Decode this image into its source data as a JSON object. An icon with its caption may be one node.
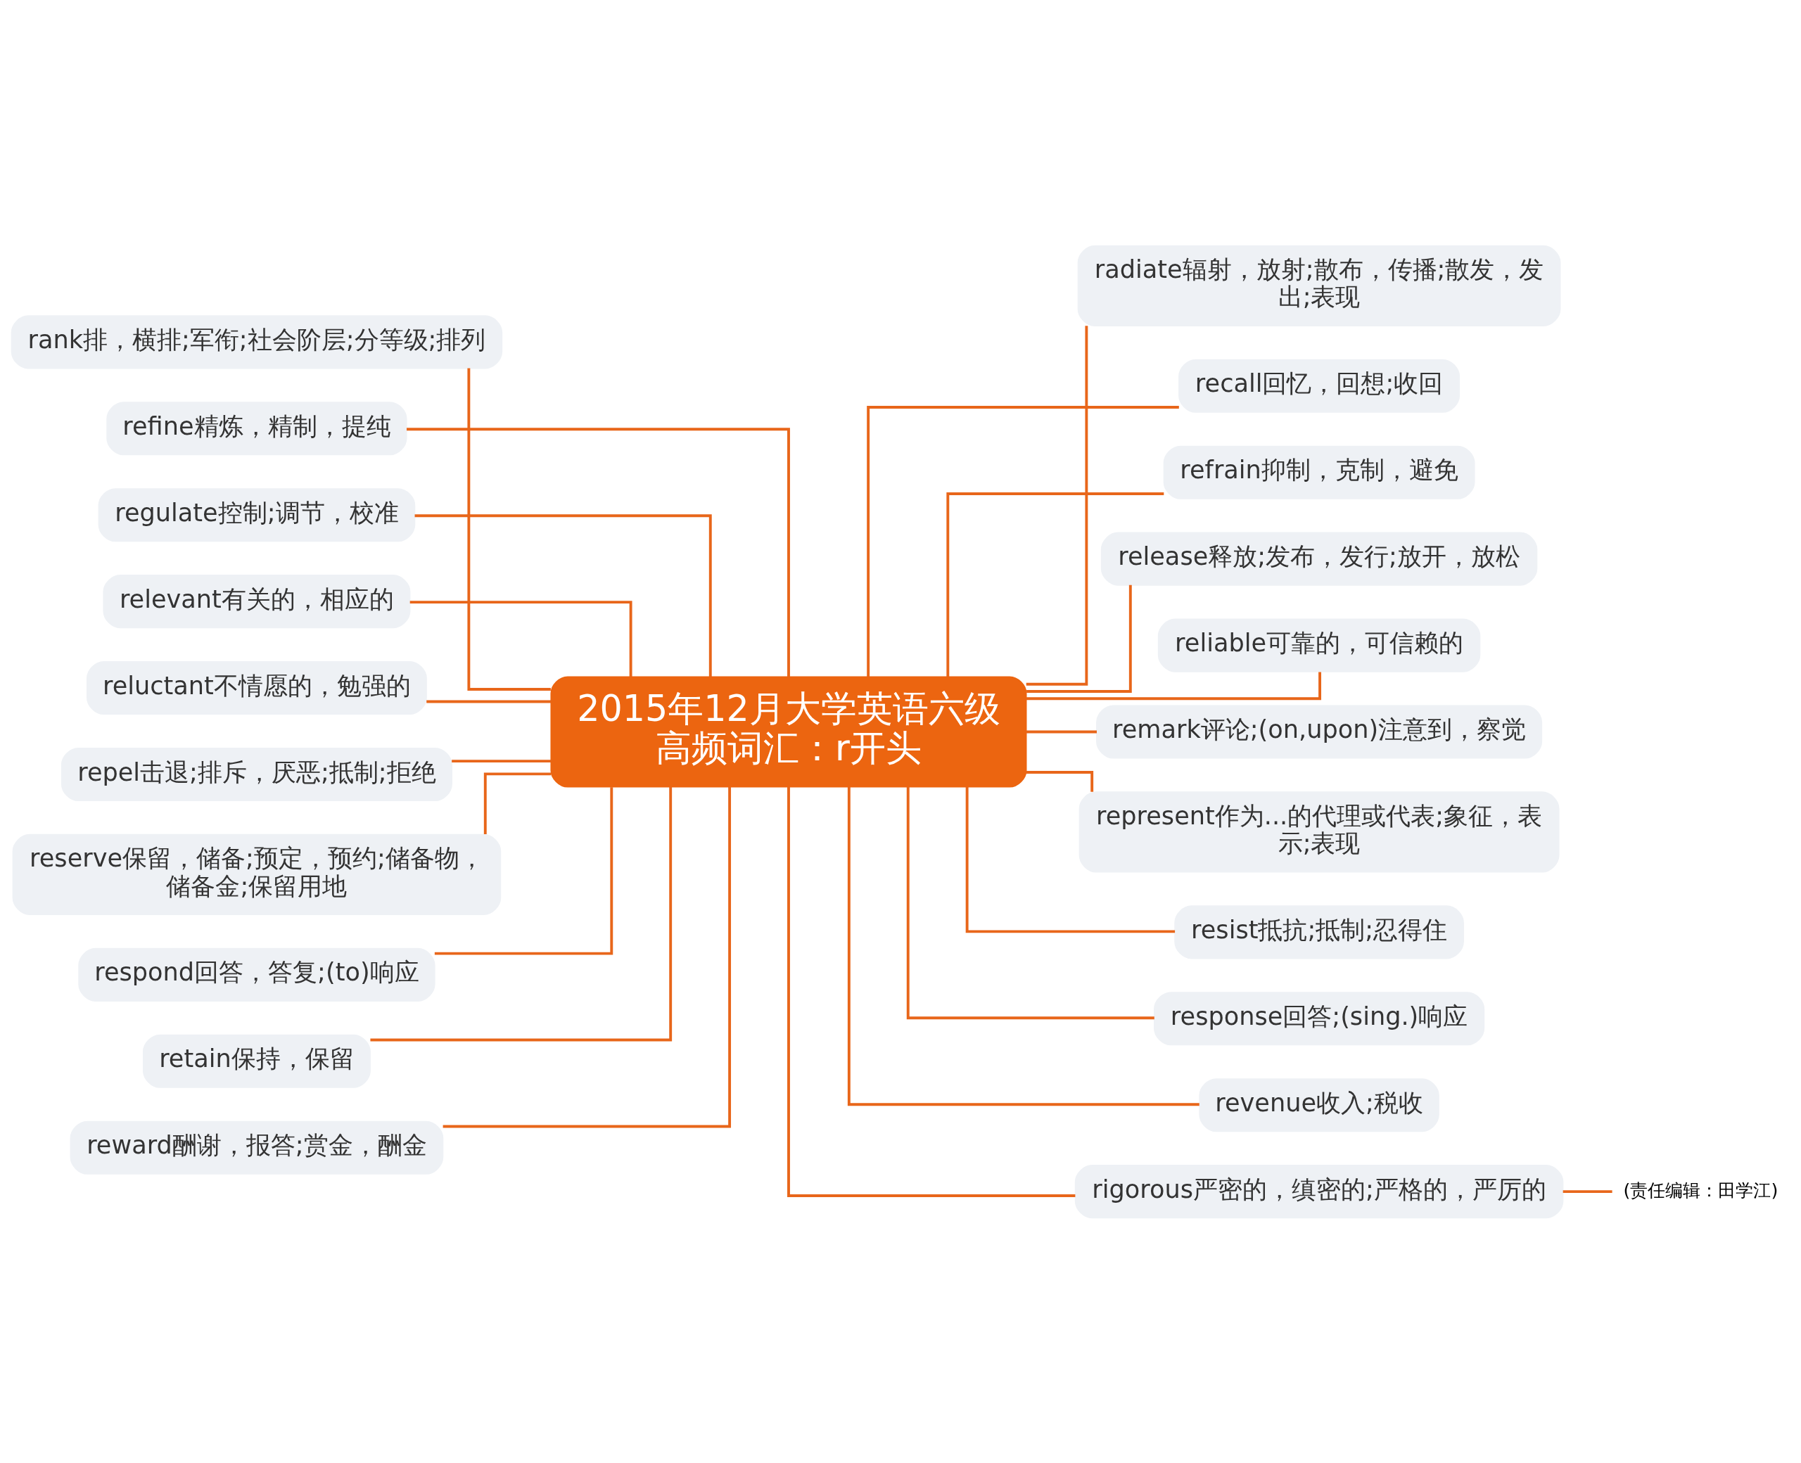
{
  "diagram": {
    "nodes": [
      {
        "text": [
          "2015年12月大学英语六级高频词汇：r开头"
        ]
      },
      {
        "text": [
          "rank排，横排;军衔;社会阶层;分等级;排列"
        ]
      },
      {
        "text": [
          "refine精炼，精制，提纯"
        ]
      },
      {
        "text": [
          "regulate控制;调节，校准"
        ]
      },
      {
        "text": [
          "relevant有关的，相应的"
        ]
      },
      {
        "text": [
          "reluctant不情愿的，勉强的"
        ]
      },
      {
        "text": [
          "repel击退;排斥，厌恶;抵制;拒绝"
        ]
      },
      {
        "text": [
          "reserve保留，储备;预定，预约;储备物，储备金;保留用地"
        ]
      },
      {
        "text": [
          "respond回答，答复;(to)响应"
        ]
      },
      {
        "text": [
          "retain保持，保留"
        ]
      },
      {
        "text": [
          "reward酬谢，报答;赏金，酬金"
        ]
      },
      {
        "text": [
          "radiate辐射，放射;散布，传播;散发，发出;表现"
        ]
      },
      {
        "text": [
          "recall回忆，回想;收回"
        ]
      },
      {
        "text": [
          "refrain抑制，克制，避免"
        ]
      },
      {
        "text": [
          "release释放;发布，发行;放开，放松"
        ]
      },
      {
        "text": [
          "reliable可靠的，可信赖的"
        ]
      },
      {
        "text": [
          "remark评论;(on,upon)注意到，察觉"
        ]
      },
      {
        "text": [
          "represent作为...的代理或代表;象征，表示;表现"
        ]
      },
      {
        "text": [
          "resist抵抗;抵制;忍得住"
        ]
      },
      {
        "text": [
          "response回答;(sing.)响应"
        ]
      },
      {
        "text": [
          "revenue收入;税收"
        ]
      },
      {
        "text": [
          "rigorous严密的，缜密的;严格的，严厉的"
        ]
      },
      {
        "text": [
          "(责任编辑：田学江)"
        ]
      }
    ],
    "edges": [
      {
        "from": 0,
        "to": 1,
        "arrow": "none"
      },
      {
        "from": 0,
        "to": 2,
        "arrow": "none"
      },
      {
        "from": 0,
        "to": 3,
        "arrow": "none"
      },
      {
        "from": 0,
        "to": 4,
        "arrow": "none"
      },
      {
        "from": 0,
        "to": 5,
        "arrow": "none"
      },
      {
        "from": 0,
        "to": 6,
        "arrow": "none"
      },
      {
        "from": 0,
        "to": 7,
        "arrow": "none"
      },
      {
        "from": 0,
        "to": 8,
        "arrow": "none"
      },
      {
        "from": 0,
        "to": 9,
        "arrow": "none"
      },
      {
        "from": 0,
        "to": 10,
        "arrow": "none"
      },
      {
        "from": 0,
        "to": 11,
        "arrow": "none"
      },
      {
        "from": 0,
        "to": 12,
        "arrow": "none"
      },
      {
        "from": 0,
        "to": 13,
        "arrow": "none"
      },
      {
        "from": 0,
        "to": 14,
        "arrow": "none"
      },
      {
        "from": 0,
        "to": 15,
        "arrow": "none"
      },
      {
        "from": 0,
        "to": 16,
        "arrow": "none"
      },
      {
        "from": 0,
        "to": 17,
        "arrow": "none"
      },
      {
        "from": 0,
        "to": 18,
        "arrow": "none"
      },
      {
        "from": 0,
        "to": 19,
        "arrow": "none"
      },
      {
        "from": 0,
        "to": 20,
        "arrow": "none"
      },
      {
        "from": 0,
        "to": 21,
        "arrow": "none"
      },
      {
        "from": 21,
        "to": 22,
        "arrow": "none"
      }
    ]
  }
}
